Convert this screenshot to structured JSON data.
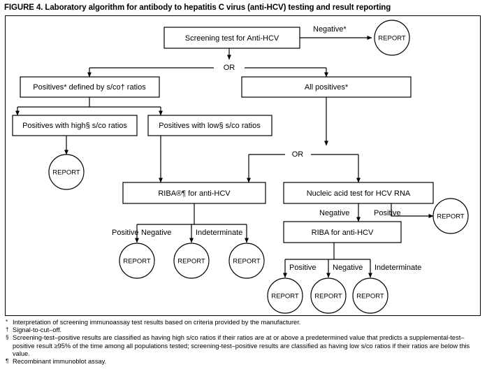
{
  "figure": {
    "title": "FIGURE 4. Laboratory algorithm for antibody to hepatitis C virus (anti-HCV) testing and result reporting"
  },
  "labels": {
    "report": "REPORT",
    "or": "OR",
    "negative": "Negative",
    "positive": "Positive",
    "indeterminate": "Indeterminate",
    "negative_star": "Negative*"
  },
  "nodes": {
    "screening": "Screening test for Anti-HCV",
    "positives_sco": "Positives* defined by s/co† ratios",
    "all_positives": "All positives*",
    "high_sco": "Positives with high§ s/co ratios",
    "low_sco": "Positives with low§ s/co ratios",
    "riba_left": "RIBA®¶ for anti-HCV",
    "nucleic_acid": "Nucleic acid test for HCV RNA",
    "riba_right": "RIBA for anti-HCV"
  },
  "footnotes": [
    {
      "mark": "*",
      "text": "Interpretation of screening immunoassay test results based on criteria provided by the manufacturer."
    },
    {
      "mark": "†",
      "text": "Signal-to-cut–off."
    },
    {
      "mark": "§",
      "text": "Screening-test–positive results are classified as having high s/co ratios if their ratios are at or above a predetermined value that predicts a supplemental-test–positive result ≥95% of the time among all populations tested; screening-test–positive results are classified as having low s/co ratios if their ratios are below this value."
    },
    {
      "mark": "¶",
      "text": "Recombinant immunoblot assay."
    }
  ],
  "colors": {
    "stroke": "#000000",
    "background": "#ffffff"
  }
}
